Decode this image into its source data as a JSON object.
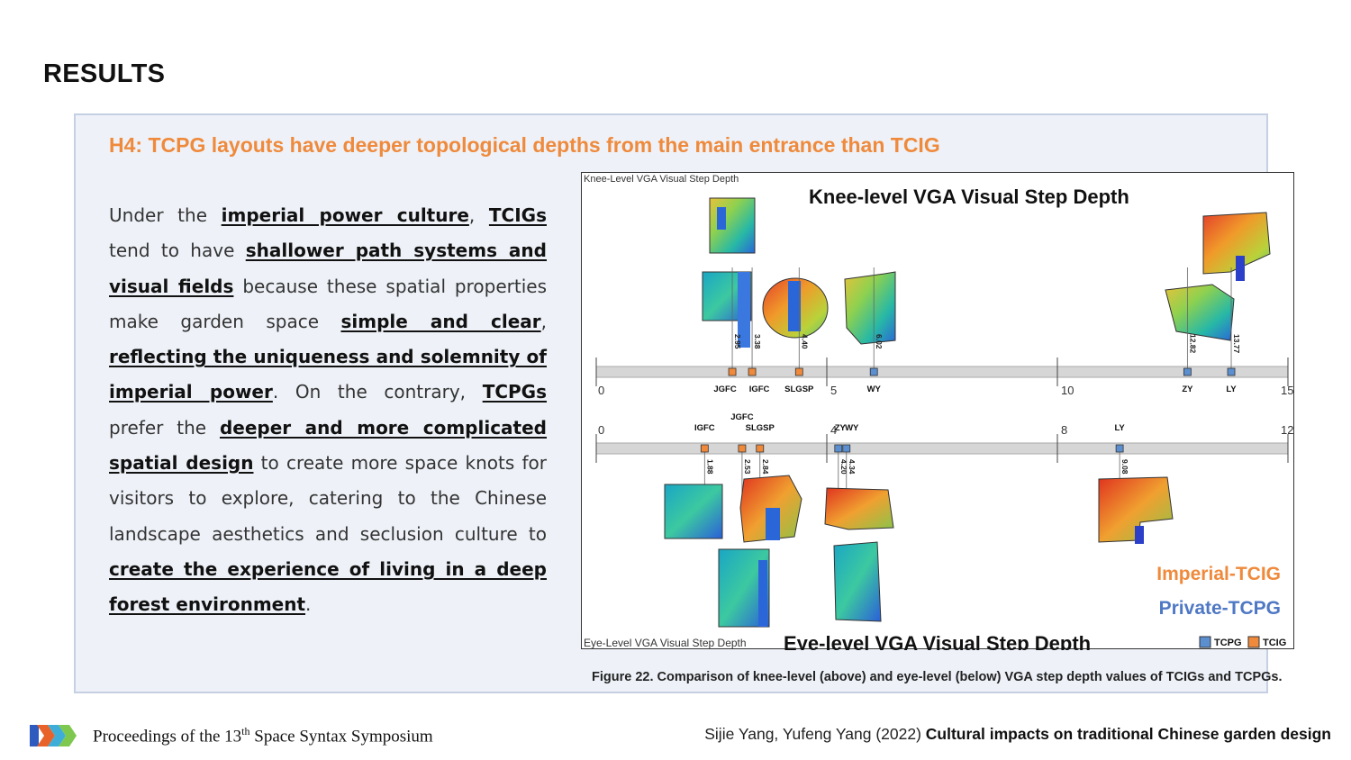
{
  "heading": "RESULTS",
  "hypothesis": "H4: TCPG layouts have deeper topological depths from the main entrance than TCIG",
  "paragraph": [
    {
      "t": "Under the ",
      "b": false
    },
    {
      "t": "imperial power culture",
      "b": true
    },
    {
      "t": ", ",
      "b": false
    },
    {
      "t": "TCIGs",
      "b": true
    },
    {
      "t": " tend to have ",
      "b": false
    },
    {
      "t": "shallower path systems and visual fields",
      "b": true
    },
    {
      "t": " because these spatial properties make garden space ",
      "b": false
    },
    {
      "t": "simple and clear",
      "b": true
    },
    {
      "t": ", ",
      "b": false
    },
    {
      "t": "reflecting the uniqueness and solemnity of imperial power",
      "b": true
    },
    {
      "t": ". On the contrary, ",
      "b": false
    },
    {
      "t": "TCPGs",
      "b": true
    },
    {
      "t": " prefer the ",
      "b": false
    },
    {
      "t": "deeper and more complicated spatial design",
      "b": true
    },
    {
      "t": " to create more space knots for visitors to explore, catering to the Chinese landscape aesthetics and seclusion culture to ",
      "b": false
    },
    {
      "t": "create the experience of living in a deep forest environment",
      "b": true
    },
    {
      "t": ".",
      "b": false
    }
  ],
  "figure": {
    "top_corner_label": "Knee-Level VGA Visual Step Depth",
    "bottom_corner_label": "Eye-Level VGA Visual Step Depth",
    "legend_imperial": "Imperial-TCIG",
    "legend_private": "Private-TCPG",
    "legend_tcpg": "TCPG",
    "legend_tcig": "TCIG",
    "colors": {
      "tcig": "#ef8a3c",
      "tcpg": "#5b8fd0",
      "axis": "#d6d6d6"
    }
  },
  "chart_data": [
    {
      "type": "scatter",
      "title": "Knee-level VGA Visual Step Depth",
      "xlim": [
        0,
        15
      ],
      "ticks": [
        0,
        5,
        10,
        15
      ],
      "points": [
        {
          "label": "JGFC",
          "value": 2.95,
          "value_label": "2.95",
          "group": "TCIG"
        },
        {
          "label": "IGFC",
          "value": 3.38,
          "value_label": "3.38",
          "group": "TCIG"
        },
        {
          "label": "SLGSP",
          "value": 4.4,
          "value_label": "4.40",
          "group": "TCIG"
        },
        {
          "label": "WY",
          "value": 6.02,
          "value_label": "6.02",
          "group": "TCPG"
        },
        {
          "label": "ZY",
          "value": 12.82,
          "value_label": "12.82",
          "group": "TCPG"
        },
        {
          "label": "LY",
          "value": 13.77,
          "value_label": "13.77",
          "group": "TCPG"
        }
      ]
    },
    {
      "type": "scatter",
      "title": "Eye-level VGA Visual Step Depth",
      "xlim": [
        0,
        12
      ],
      "ticks": [
        0,
        4,
        8,
        12
      ],
      "points": [
        {
          "label": "IGFC",
          "value": 1.88,
          "value_label": "1.88",
          "group": "TCIG"
        },
        {
          "label": "JGFC",
          "value": 2.53,
          "value_label": "2.53",
          "group": "TCIG"
        },
        {
          "label": "SLGSP",
          "value": 2.84,
          "value_label": "2.84",
          "group": "TCIG"
        },
        {
          "label": "ZY",
          "value": 4.2,
          "value_label": "4.20",
          "group": "TCPG"
        },
        {
          "label": "WY",
          "value": 4.34,
          "value_label": "4.34",
          "group": "TCPG"
        },
        {
          "label": "LY",
          "value": 9.08,
          "value_label": "9.08",
          "group": "TCPG"
        }
      ]
    }
  ],
  "caption": "Figure 22. Comparison of knee-level (above) and eye-level (below) VGA step depth values of TCIGs and TCPGs.",
  "footer": {
    "left_pre": "Proceedings of the 13",
    "left_sup": "th",
    "left_post": " Space Syntax Symposium",
    "right_authors": "Sijie Yang, Yufeng Yang (2022) ",
    "right_title": "Cultural impacts on traditional Chinese garden design"
  }
}
